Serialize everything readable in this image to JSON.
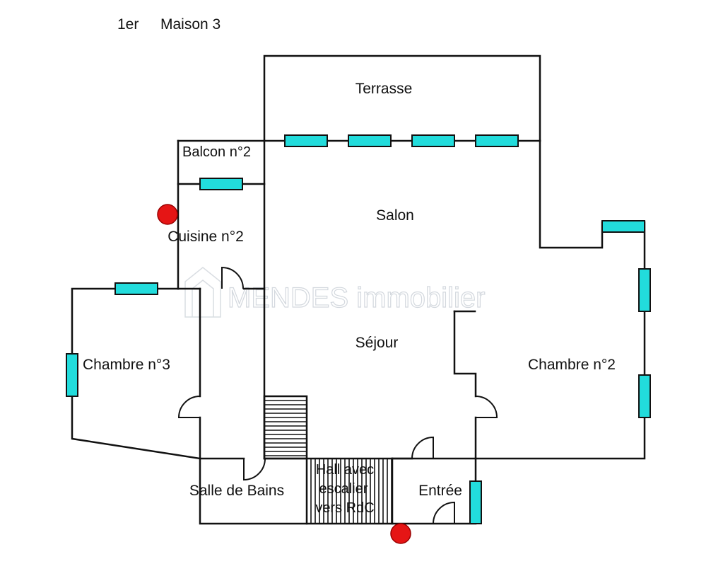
{
  "header": {
    "level": "1er",
    "name": "Maison 3"
  },
  "rooms": {
    "terrasse": "Terrasse",
    "balcon": "Balcon n°2",
    "salon": "Salon",
    "cuisine": "Cuisine n°2",
    "sejour": "Séjour",
    "chambre2": "Chambre n°2",
    "chambre3": "Chambre n°3",
    "salle_de_bains": "Salle de Bains",
    "hall_line1": "Hall avec",
    "hall_line2": "escalier",
    "hall_line3": "vers RdC",
    "entree": "Entrée"
  },
  "watermark": "MENDES immobilier",
  "colors": {
    "window": "#22dcdc",
    "marker": "#e51515",
    "wall": "#111111"
  }
}
